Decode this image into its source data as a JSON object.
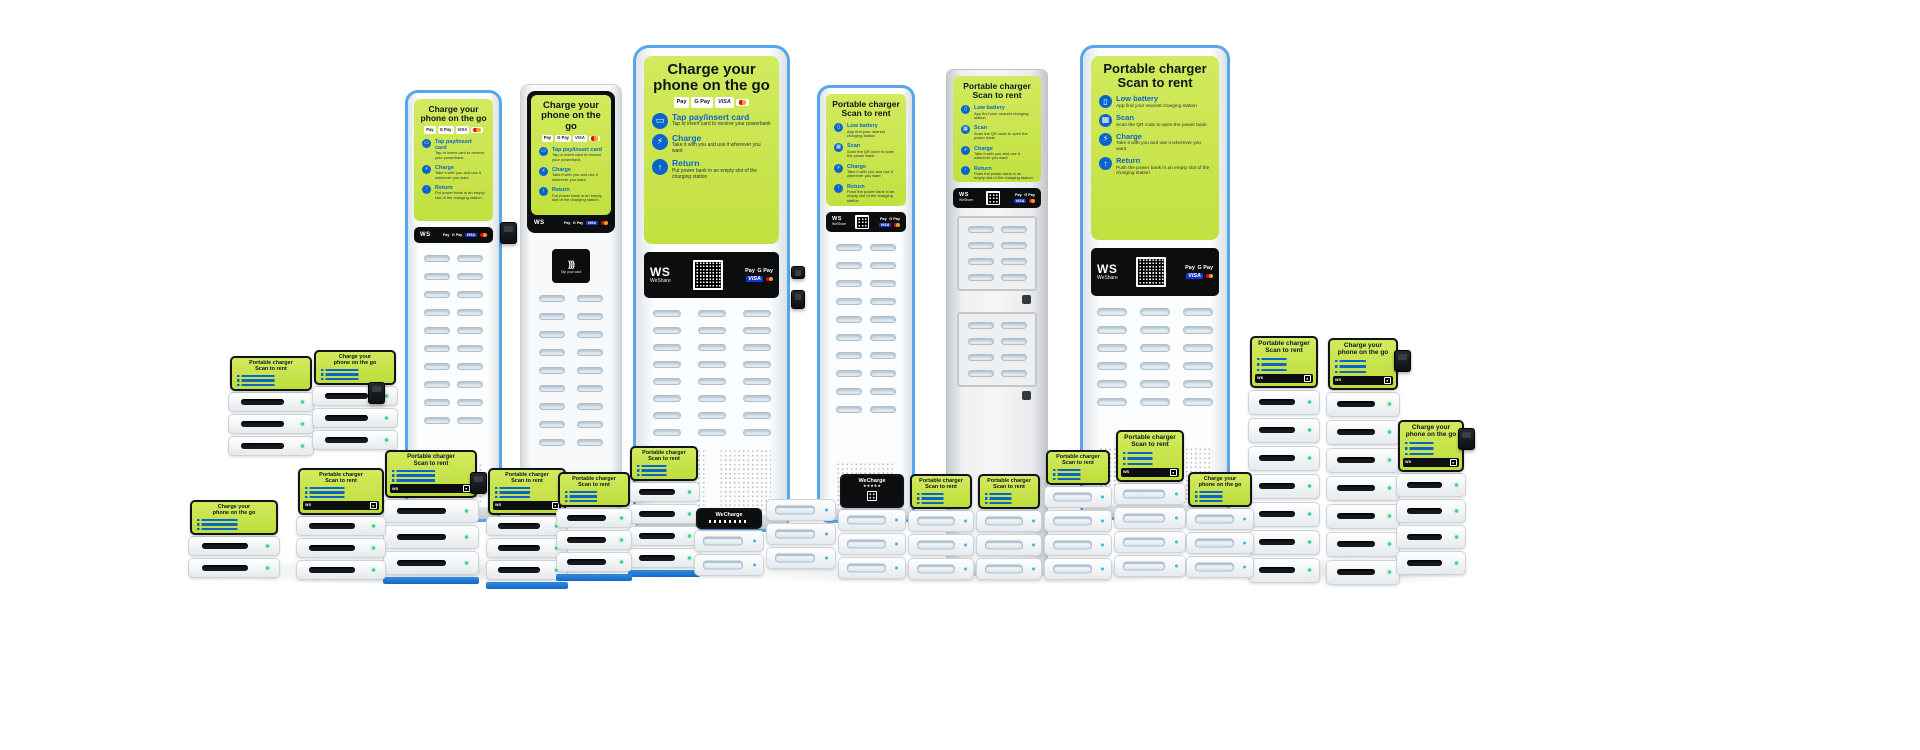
{
  "brand": {
    "ws": "WS",
    "weshare": "WeShare",
    "wecharge": "WeCharge",
    "stars": "★★★★★"
  },
  "icons": {
    "tap_pay": "▭",
    "charge": "⚡",
    "return": "↑",
    "low_battery": "▯",
    "scan": "▦",
    "nfc": ")))"
  },
  "payments": {
    "apple_pay": "Pay",
    "g_pay": "G Pay",
    "visa": "VISA"
  },
  "screens": {
    "charge_go_l1": "Charge your",
    "charge_go_l2": "phone on the go",
    "scan_rent_l1": "Portable charger",
    "scan_rent_l2": "Scan to rent",
    "tap_card_hint": "Tap your card",
    "steps_pay": [
      {
        "label": "Tap pay/insert card",
        "desc": "Tap or insert card to receive your powerbank"
      },
      {
        "label": "Charge",
        "desc": "Take it with you and use it wherever you want"
      },
      {
        "label": "Return",
        "desc": "Put power bank in an empty slot of the charging station"
      }
    ],
    "steps_scan": [
      {
        "label": "Low battery",
        "desc": "App find your nearest charging station"
      },
      {
        "label": "Scan",
        "desc": "Scan the QR code to open the power bank"
      },
      {
        "label": "Charge",
        "desc": "Take it with you and use it wherever you want"
      },
      {
        "label": "Return",
        "desc": "Push the power bank in an empty slot of the charging station"
      }
    ]
  }
}
